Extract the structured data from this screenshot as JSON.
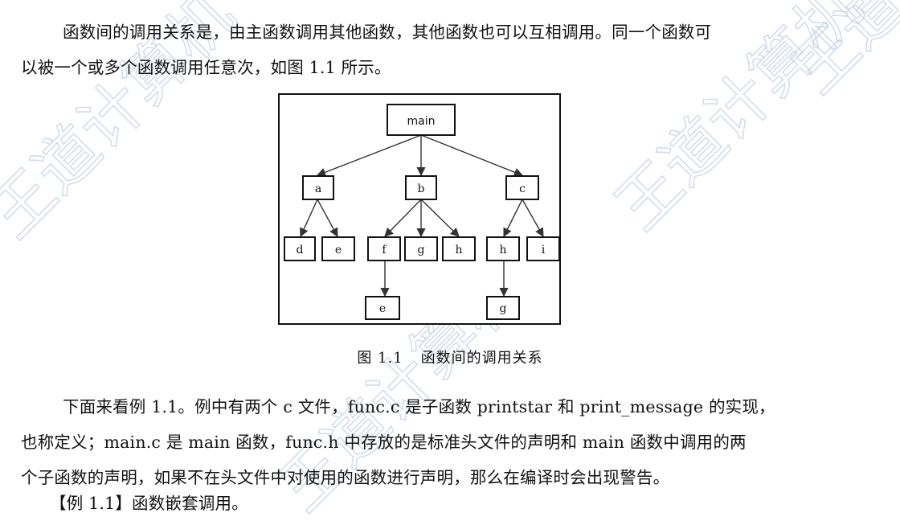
{
  "paragraph1": {
    "line1": "函数间的调用关系是，由主函数调用其他函数，其他函数也可以互相调用。同一个函数可",
    "line2": "以被一个或多个函数调用任意次，如图 1.1 所示。"
  },
  "figure": {
    "nodes": {
      "main": "main",
      "a": "a",
      "b": "b",
      "c": "c",
      "d": "d",
      "e1": "e",
      "f": "f",
      "g1": "g",
      "h1": "h",
      "h2": "h",
      "i": "i",
      "e2": "e",
      "g2": "g"
    },
    "caption_number": "图 1.1",
    "caption_text": "函数间的调用关系"
  },
  "paragraph2": {
    "line1": "下面来看例 1.1。例中有两个 c 文件，func.c 是子函数 printstar 和 print_message 的实现，",
    "line2": "也称定义；main.c 是 main 函数，func.h 中存放的是标准头文件的声明和 main 函数中调用的两",
    "line3": "个子函数的声明，如果不在头文件中对使用的函数进行声明，那么在编译时会出现警告。"
  },
  "example_heading": "【例 1.1】函数嵌套调用。",
  "watermark_text": "王道计算机"
}
